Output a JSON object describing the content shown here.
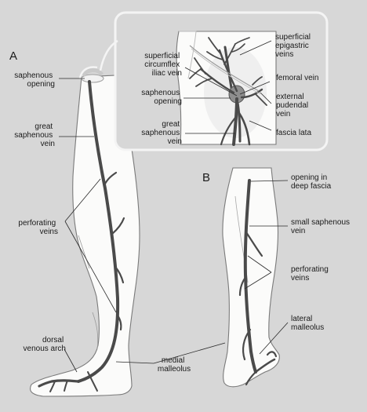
{
  "panels": {
    "a": "A",
    "b": "B"
  },
  "labels": {
    "saphenous_opening": [
      "saphenous",
      "opening"
    ],
    "great_saphenous_vein": [
      "great",
      "saphenous",
      "vein"
    ],
    "perforating_veins_a": [
      "perforating",
      "veins"
    ],
    "dorsal_venous_arch": [
      "dorsal",
      "venous arch"
    ],
    "medial_malleolus": [
      "medial",
      "malleolus"
    ],
    "inset_circumflex": [
      "superficial",
      "circumflex",
      "iliac vein"
    ],
    "inset_saphenous_opening": [
      "saphenous",
      "opening"
    ],
    "inset_great_saphenous": [
      "great",
      "saphenous",
      "vein"
    ],
    "inset_epigastric": [
      "superficial",
      "epigastric",
      "veins"
    ],
    "inset_femoral": [
      "femoral vein"
    ],
    "inset_pudendal": [
      "external",
      "pudendal",
      "vein"
    ],
    "inset_fascia_lata": [
      "fascia lata"
    ],
    "opening_deep_fascia": [
      "opening in",
      "deep fascia"
    ],
    "small_saphenous_vein": [
      "small saphenous",
      "vein"
    ],
    "perforating_veins_b": [
      "perforating",
      "veins"
    ],
    "lateral_malleolus": [
      "lateral",
      "malleolus"
    ]
  },
  "colors": {
    "background": "#d7d7d7",
    "skin": "#fbfbfa",
    "vein": "#4a4a4a",
    "text": "#1a1a1a"
  }
}
